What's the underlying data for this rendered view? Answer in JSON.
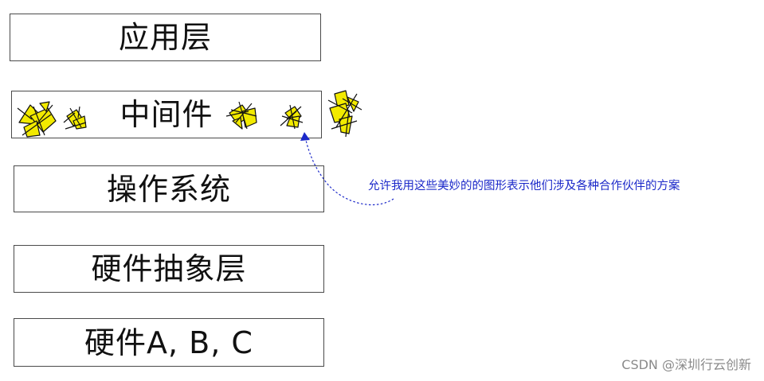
{
  "layers": {
    "application": "应用层",
    "middleware": "中间件",
    "operating_system": "操作系统",
    "hardware_abstraction": "硬件抽象层",
    "hardware": "硬件A, B, C"
  },
  "annotation": {
    "text": "允许我用这些美妙的的图形表示他们涉及各种合作伙伴的方案",
    "color": "#1b28c9"
  },
  "watermark": "CSDN @深圳行云创新",
  "colors": {
    "box_border": "#4a4a4a",
    "sprite_fill": "#f2ea00",
    "sprite_stroke": "#111111",
    "connector": "#1b28c9"
  },
  "icons": [
    "partner-sprite-icon"
  ]
}
